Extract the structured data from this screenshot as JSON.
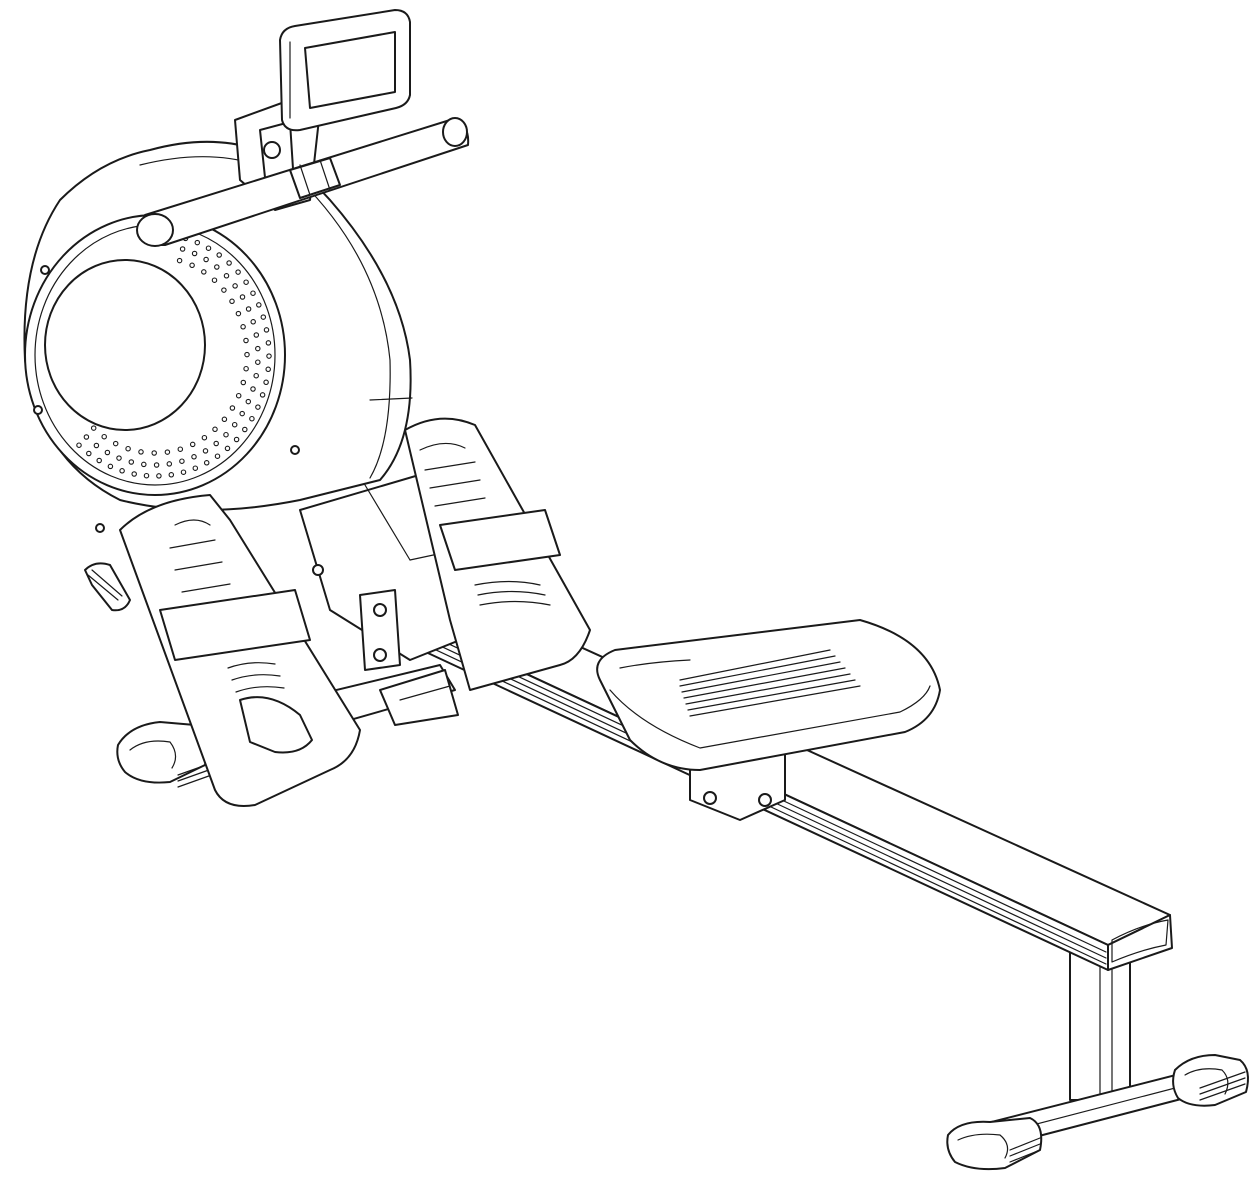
{
  "figure": {
    "subject": "rowing-machine",
    "view": "isometric",
    "style": "line-art",
    "line_color": "#1a1a1a",
    "background": "#ffffff"
  }
}
